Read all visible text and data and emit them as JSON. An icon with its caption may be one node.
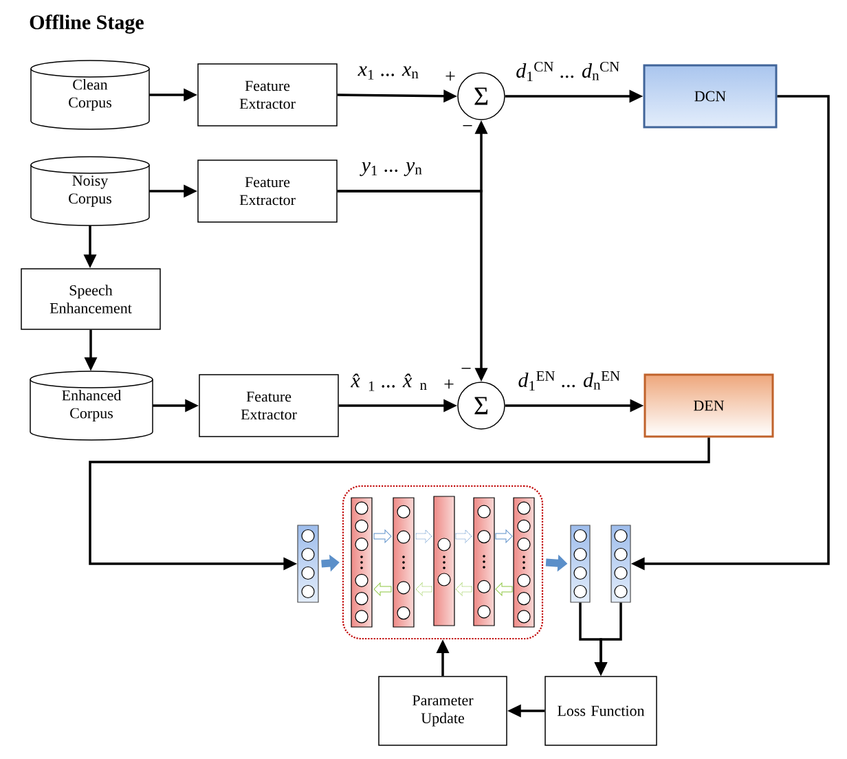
{
  "diagram": {
    "title": "Offline Stage",
    "nodes": [
      {
        "text": [
          "Clean Corpus"
        ]
      },
      {
        "text": [
          "Feature Extractor"
        ]
      },
      {
        "text": [
          "Noisy Corpus"
        ]
      },
      {
        "text": [
          "Feature Extractor"
        ]
      },
      {
        "text": [
          "Speech Enhancement"
        ]
      },
      {
        "text": [
          "Enhanced Corpus"
        ]
      },
      {
        "text": [
          "Feature Extractor"
        ]
      },
      {
        "text": [
          "Σ"
        ],
        "beside": [
          "+",
          "−"
        ]
      },
      {
        "text": [
          "DCN"
        ]
      },
      {
        "text": [
          "Σ"
        ],
        "beside": [
          "+",
          "−"
        ]
      },
      {
        "text": [
          "DEN"
        ]
      },
      {
        "text": [],
        "shape": "bar"
      },
      {
        "text": [],
        "shape": "box"
      },
      {
        "text": [],
        "shape": "bar"
      },
      {
        "text": [],
        "shape": "bar"
      },
      {
        "text": [
          "Loss Function"
        ]
      },
      {
        "text": [
          "Parameter Update"
        ]
      }
    ],
    "edges": [
      {
        "from": 0,
        "to": 1,
        "arrow": "to"
      },
      {
        "from": 1,
        "to": 7,
        "arrow": "to",
        "label": "*x*$_{1}$ ... *x*$_{n}$"
      },
      {
        "from": 2,
        "to": 3,
        "arrow": "to"
      },
      {
        "from": 3,
        "to": 7,
        "arrow": "to",
        "label": "*y*$_{1}$ ... *y*$_{n}$"
      },
      {
        "from": 3,
        "to": 9,
        "arrow": "to"
      },
      {
        "from": 2,
        "to": 4,
        "arrow": "to"
      },
      {
        "from": 4,
        "to": 5,
        "arrow": "to"
      },
      {
        "from": 5,
        "to": 6,
        "arrow": "to"
      },
      {
        "from": 6,
        "to": 9,
        "arrow": "to",
        "label": "*x̂*$_{1}$ ... *x̂*$_{n}$"
      },
      {
        "from": 7,
        "to": 8,
        "arrow": "to",
        "label": "*d*$_{1}$$^{CN}$ ... *d*$_{n}$$^{CN}$"
      },
      {
        "from": 9,
        "to": 10,
        "arrow": "to",
        "label": "*d*$_{1}$$^{EN}$ ... *d*$_{n}$$^{EN}$"
      },
      {
        "from": 8,
        "to": 14,
        "arrow": "to"
      },
      {
        "from": 10,
        "to": 11,
        "arrow": "to"
      },
      {
        "from": 11,
        "to": 12,
        "arrow": "to",
        "style": "thick",
        "color": "#5b8fc9"
      },
      {
        "from": 12,
        "to": 13,
        "arrow": "to",
        "style": "thick",
        "color": "#5b8fc9"
      },
      {
        "from": 13,
        "to": 15,
        "arrow": "to"
      },
      {
        "from": 14,
        "to": 15,
        "arrow": "to"
      },
      {
        "from": 15,
        "to": 16,
        "arrow": "to"
      },
      {
        "from": 16,
        "to": 12,
        "arrow": "to"
      }
    ]
  }
}
